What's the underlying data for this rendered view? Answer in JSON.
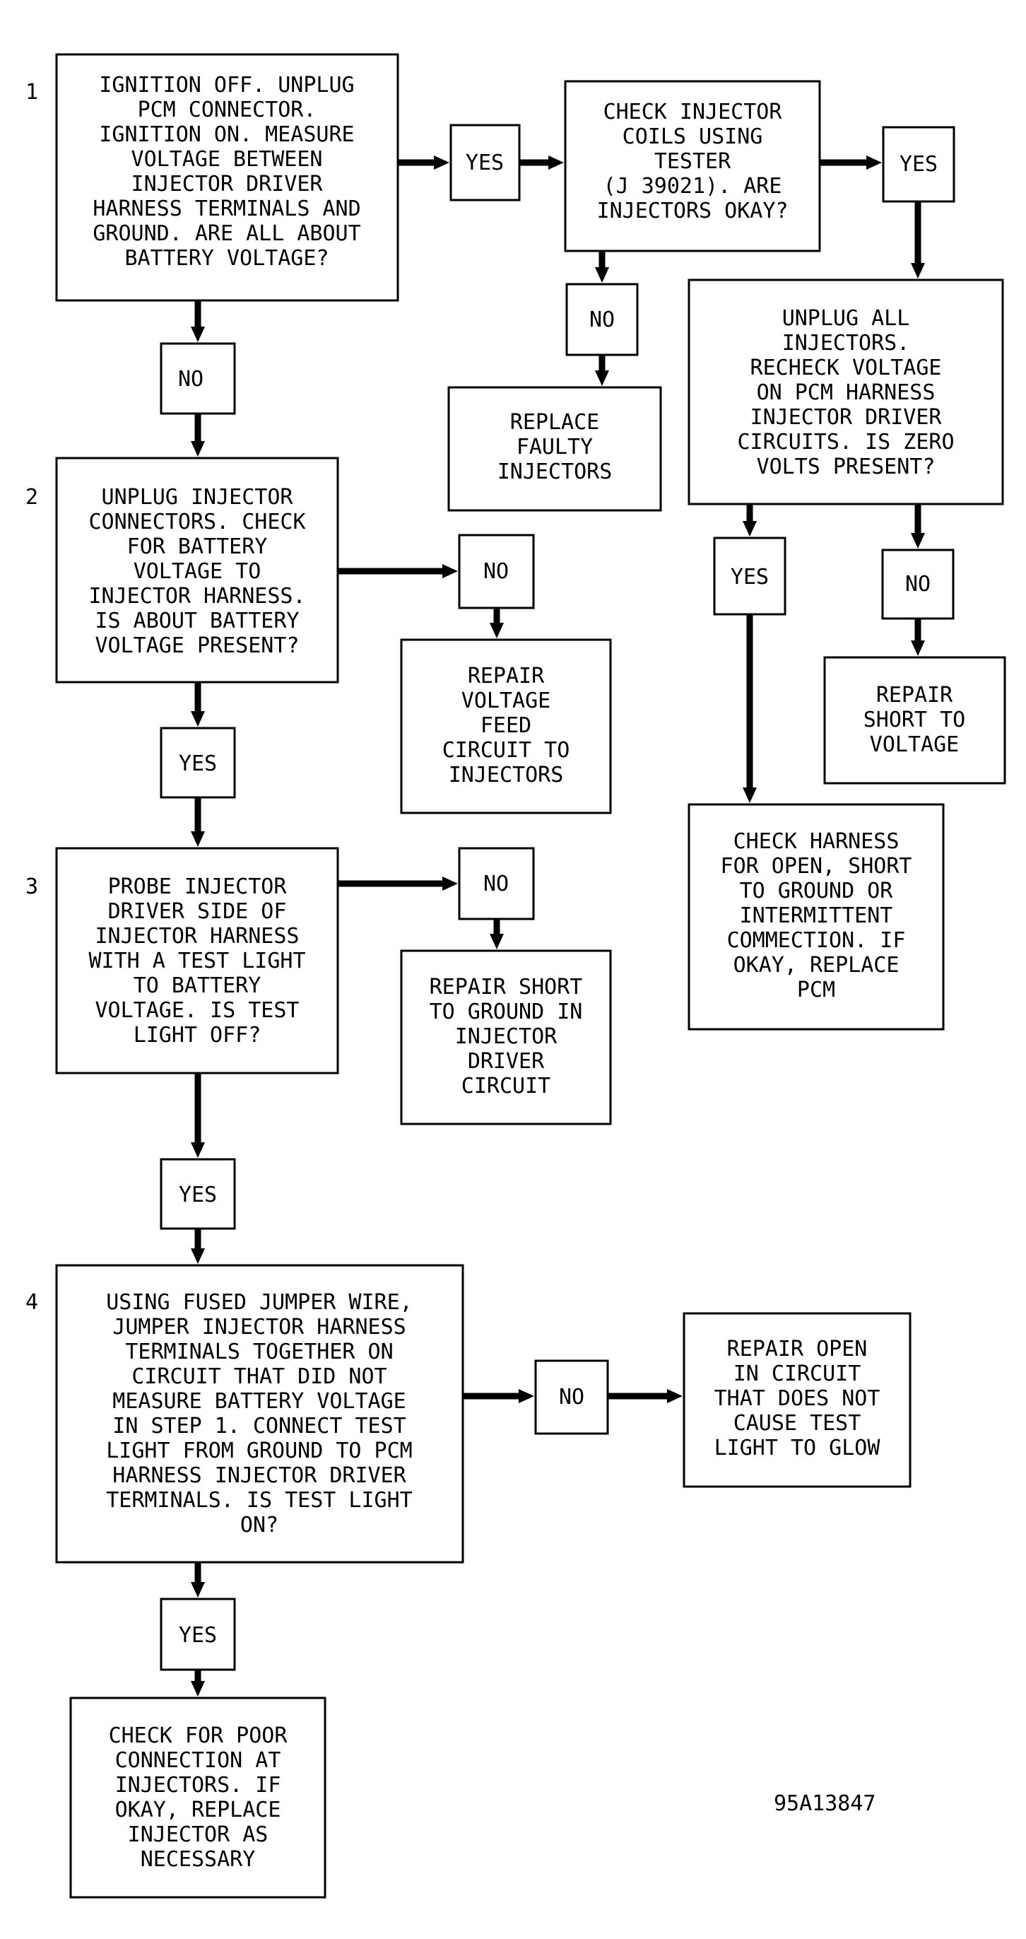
{
  "figure_id": "95A13847",
  "step_numbers": [
    "1",
    "2",
    "3",
    "4"
  ],
  "nodes": {
    "step1": [
      "IGNITION OFF. UNPLUG",
      "PCM CONNECTOR.",
      "IGNITION ON. MEASURE",
      "VOLTAGE BETWEEN",
      "INJECTOR DRIVER",
      "HARNESS TERMINALS AND",
      "GROUND. ARE ALL ABOUT",
      "BATTERY VOLTAGE?"
    ],
    "check_coils": [
      "CHECK INJECTOR",
      "COILS USING",
      "TESTER",
      "(J 39021). ARE",
      "INJECTORS OKAY?"
    ],
    "replace_injectors": [
      "REPLACE",
      "FAULTY",
      "INJECTORS"
    ],
    "unplug_all": [
      "UNPLUG ALL",
      "INJECTORS.",
      "RECHECK VOLTAGE",
      "ON PCM HARNESS",
      "INJECTOR DRIVER",
      "CIRCUITS. IS ZERO",
      "VOLTS PRESENT?"
    ],
    "repair_short_voltage": [
      "REPAIR",
      "SHORT TO",
      "VOLTAGE"
    ],
    "check_harness": [
      "CHECK HARNESS",
      "FOR OPEN, SHORT",
      "TO GROUND OR",
      "INTERMITTENT",
      "COMMECTION. IF",
      "OKAY, REPLACE",
      "PCM"
    ],
    "step2": [
      "UNPLUG INJECTOR",
      "CONNECTORS. CHECK",
      "FOR BATTERY",
      "VOLTAGE TO",
      "INJECTOR HARNESS.",
      "IS ABOUT BATTERY",
      "VOLTAGE PRESENT?"
    ],
    "repair_feed": [
      "REPAIR",
      "VOLTAGE",
      "FEED",
      "CIRCUIT TO",
      "INJECTORS"
    ],
    "step3": [
      "PROBE INJECTOR",
      "DRIVER SIDE OF",
      "INJECTOR HARNESS",
      "WITH A TEST LIGHT",
      "TO BATTERY",
      "VOLTAGE. IS TEST",
      "LIGHT OFF?"
    ],
    "repair_short_ground": [
      "REPAIR SHORT",
      "TO GROUND IN",
      "INJECTOR",
      "DRIVER",
      "CIRCUIT"
    ],
    "step4": [
      "USING FUSED JUMPER WIRE,",
      "JUMPER INJECTOR HARNESS",
      "TERMINALS TOGETHER ON",
      "CIRCUIT THAT DID NOT",
      "MEASURE BATTERY VOLTAGE",
      "IN STEP 1. CONNECT TEST",
      "LIGHT FROM GROUND TO PCM",
      "HARNESS INJECTOR DRIVER",
      "TERMINALS. IS TEST LIGHT",
      "ON?"
    ],
    "repair_open": [
      "REPAIR OPEN",
      "IN CIRCUIT",
      "THAT DOES NOT",
      "CAUSE TEST",
      "LIGHT TO GLOW"
    ],
    "check_poor": [
      "CHECK FOR POOR",
      "CONNECTION AT",
      "INJECTORS. IF",
      "OKAY, REPLACE",
      "INJECTOR AS",
      "NECESSARY"
    ]
  },
  "decisions": {
    "s1_yes": "YES",
    "s1_no": "NO",
    "coils_yes": "YES",
    "coils_no": "NO",
    "zero_yes": "YES",
    "zero_no": "NO",
    "s2_no": "NO",
    "s2_yes": "YES",
    "s3_no": "NO",
    "s3_yes": "YES",
    "s4_no": "NO",
    "s4_yes": "YES"
  }
}
